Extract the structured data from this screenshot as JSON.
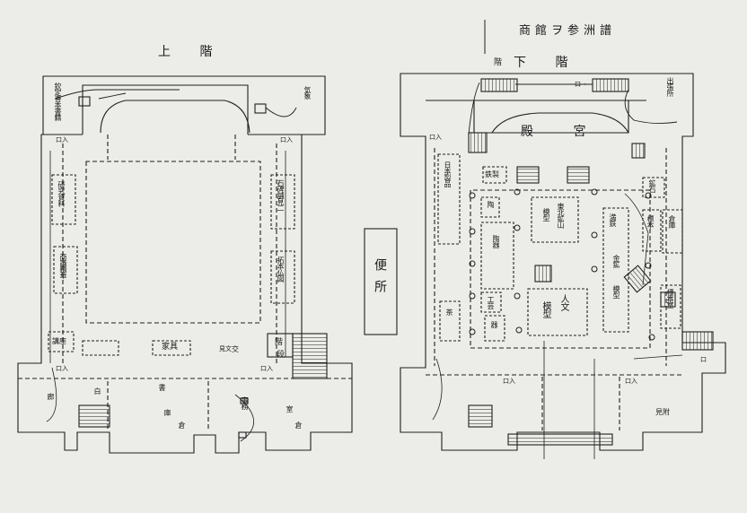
{
  "header": {
    "title": "商館ヲ参洲譜",
    "left_floor": "上 階",
    "right_floor": "下 階"
  },
  "upper_floor": {
    "rooms": {
      "corner_tl": "欽定善本書籍",
      "corner_tr": "気象",
      "left_upper": "研究資料",
      "left_mid": "商議精華",
      "right_upper": "石碑舗見二",
      "right_mid": "拓本仏図",
      "bottom_left": "講座",
      "bottom_mid": "家具",
      "bottom_right": "交",
      "stair_label": "階",
      "stair_label2": "段",
      "entrance_l": "口入",
      "entrance_r": "口入",
      "entrance_bl": "口入",
      "entrance_br": "口入",
      "passage": "見文"
    },
    "vestibule": {
      "left_text": "廊",
      "mid1": "白",
      "mid2": "書",
      "mid3": "庫",
      "mid4": "倉",
      "right1": "事務",
      "right2": "室",
      "right3": "倉"
    }
  },
  "lower_floor": {
    "top_label": "階",
    "hall": "殿 宮",
    "rooms": {
      "corner_tr": "出張所",
      "left_col": "日本製品",
      "left_small": "鉄製",
      "left_bottom_a": "茶",
      "left_bottom_b": "器",
      "c1_top": "陶",
      "c1_mid": "陶器",
      "c1_low": "工芸",
      "c2_top": "東北鉱山",
      "c2_mid": "模型",
      "c3": "満鉄",
      "c3b": "金鉱",
      "c3c": "模型",
      "model_a": "人文",
      "model_b": "模型",
      "r_top": "鉱石",
      "r_mid": "標本",
      "r_right": "倉庫",
      "r_bottom": "標本室",
      "entrance_l": "口入",
      "entrance_r": "口入",
      "entrance_rr": "口入",
      "cart_tag": "口→",
      "stair_tag": "口",
      "bottom_right": "見附"
    }
  },
  "toilet": {
    "label": "便所"
  }
}
